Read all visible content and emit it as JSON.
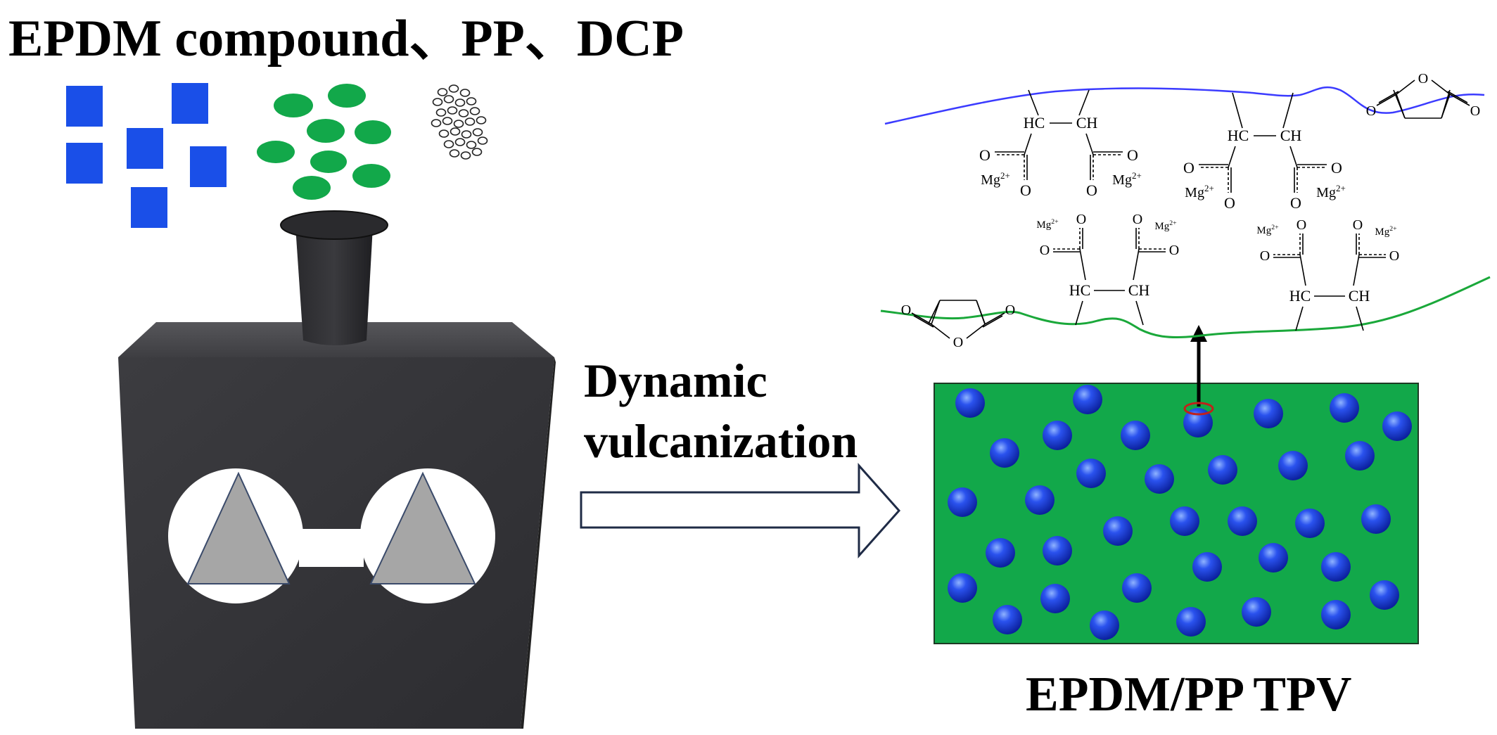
{
  "title": "EPDM compound、PP、DCP",
  "process": {
    "line1": "Dynamic",
    "line2": "vulcanization"
  },
  "product": "EPDM/PP TPV",
  "chem": {
    "hc": "HC",
    "ch": "CH",
    "o": "O",
    "mg": "Mg",
    "mg_charge": "2+"
  },
  "colors": {
    "epdm_square": "#1a4fe8",
    "pp_ellipse": "#12a84a",
    "matrix_green": "#12a84a",
    "mixer_body": "#38383b",
    "top_chain": "#3b3bff",
    "bottom_chain": "#1aa83a",
    "rubber_particle": "#1f3fe0",
    "marker_ring": "#c0221a"
  }
}
